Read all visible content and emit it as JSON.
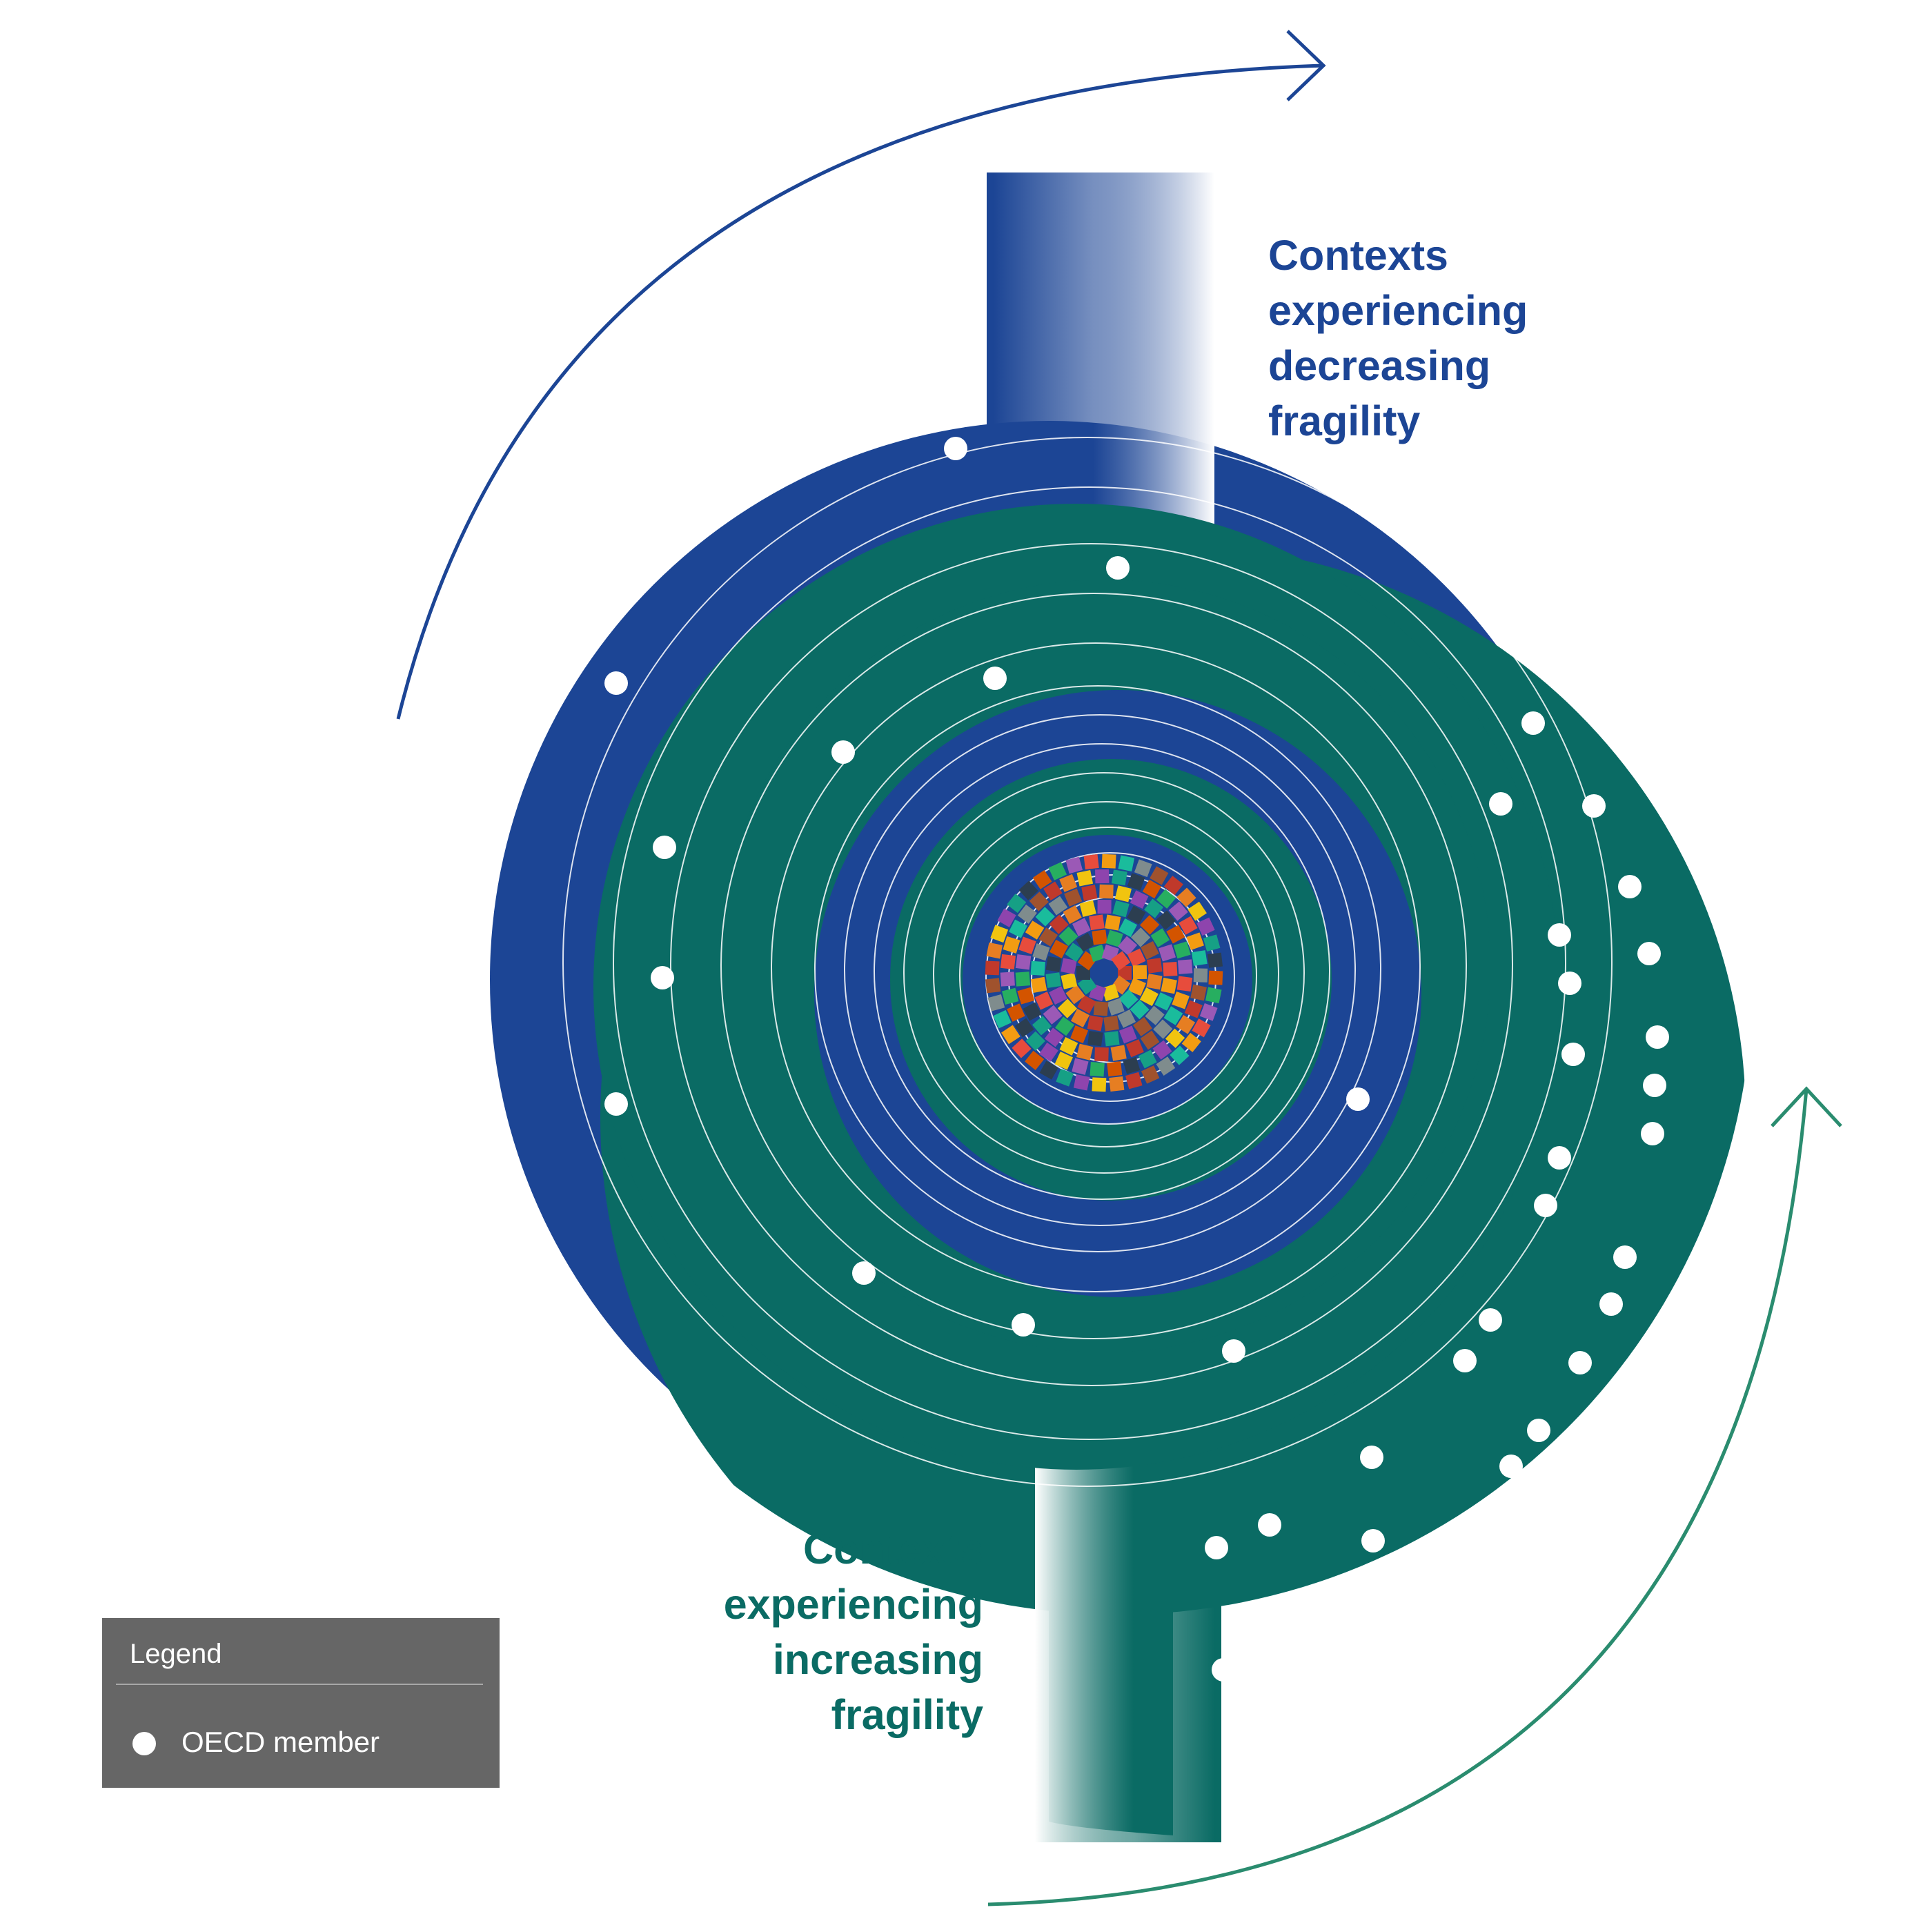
{
  "labels": {
    "decreasing": [
      "Contexts",
      "experiencing",
      "decreasing",
      "fragility"
    ],
    "increasing": [
      "Contexts",
      "experiencing",
      "increasing",
      "fragility"
    ]
  },
  "legend": {
    "title": "Legend",
    "items": [
      {
        "label": "OECD member",
        "marker": "white-dot"
      }
    ]
  },
  "colors": {
    "blue": "#1c4595",
    "green": "#0a6b64",
    "arrow_blue": "#1c4595",
    "arrow_green": "#2a8c6f",
    "dot": "#ffffff",
    "legend_bg": "#666666",
    "core_palette": [
      "#c0392b",
      "#e67e22",
      "#f1c40f",
      "#8e44ad",
      "#16a085",
      "#2c3e50",
      "#d35400",
      "#27ae60",
      "#9b59b6",
      "#e74c3c",
      "#f39c12",
      "#1abc9c",
      "#7f8c8d",
      "#a0522d"
    ]
  },
  "icons": {
    "decreasing_arrow": "arrow-clockwise-top-icon",
    "increasing_arrow": "arrow-clockwise-bottom-icon"
  }
}
